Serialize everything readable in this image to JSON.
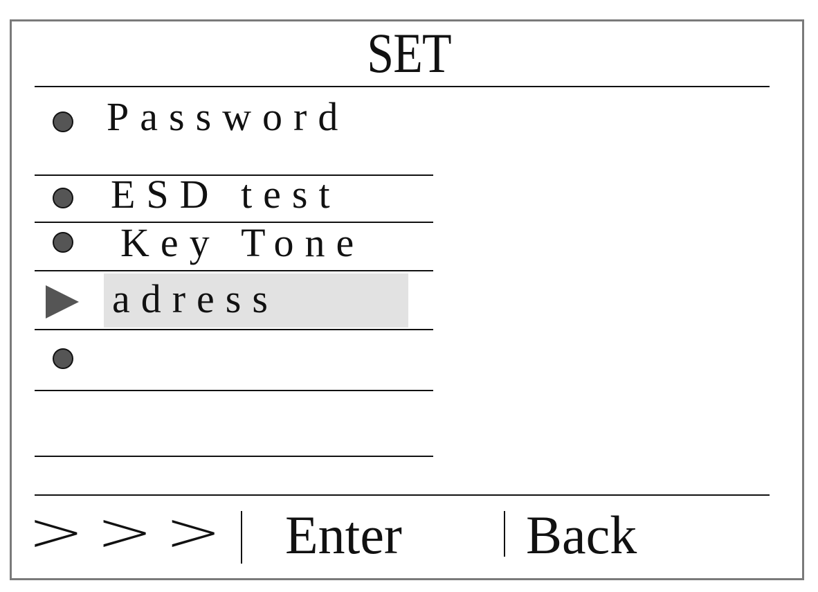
{
  "header": {
    "title": "SET"
  },
  "menu": {
    "items": [
      {
        "label": "Password",
        "marker": "bullet"
      },
      {
        "label": "ESD test",
        "marker": "bullet"
      },
      {
        "label": "Key Tone",
        "marker": "bullet"
      },
      {
        "label": "adress",
        "marker": "pointer",
        "selected": true
      },
      {
        "label": "",
        "marker": "bullet"
      },
      {
        "label": "",
        "marker": "none"
      }
    ]
  },
  "softkeys": {
    "nav": ">>>",
    "enter": "Enter",
    "back": "Back"
  },
  "colors": {
    "highlight": "#e2e2e2",
    "marker": "#555555",
    "frame": "#7a7a7a"
  },
  "icons": {
    "bullet": "circle-bullet-icon",
    "pointer": "triangle-pointer-icon"
  }
}
